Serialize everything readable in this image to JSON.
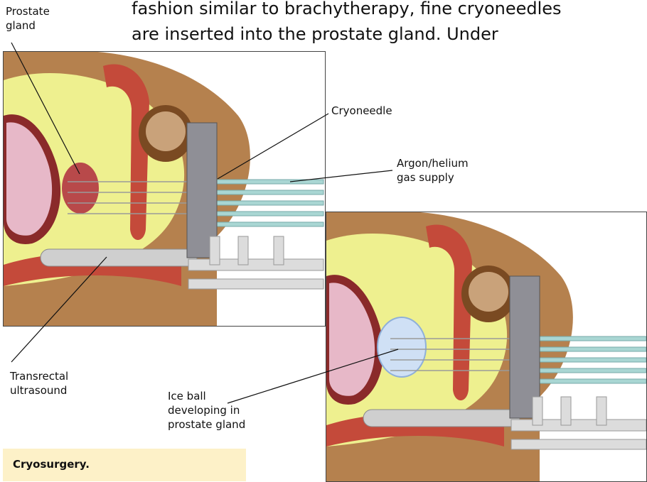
{
  "heading_text": "fashion similar to brachytherapy, fine cryoneedles\nare inserted into the prostate gland. Under",
  "labels": {
    "prostate_gland": "Prostate\ngland",
    "cryoneedle": "Cryoneedle",
    "gas_supply": "Argon/helium\ngas supply",
    "transrectal": "Transrectal\nultrasound",
    "ice_ball": "Ice ball\ndeveloping in\nprostate gland"
  },
  "caption": "Cryosurgery.",
  "colors": {
    "caption_bg": "#fdf1c8",
    "skin": "#b5814e",
    "fat": "#eef08f",
    "muscle": "#c44a3a",
    "prostate": "#d9a6b8",
    "ice_ball": "#cfe0f5",
    "needle": "#a9d6d3"
  }
}
